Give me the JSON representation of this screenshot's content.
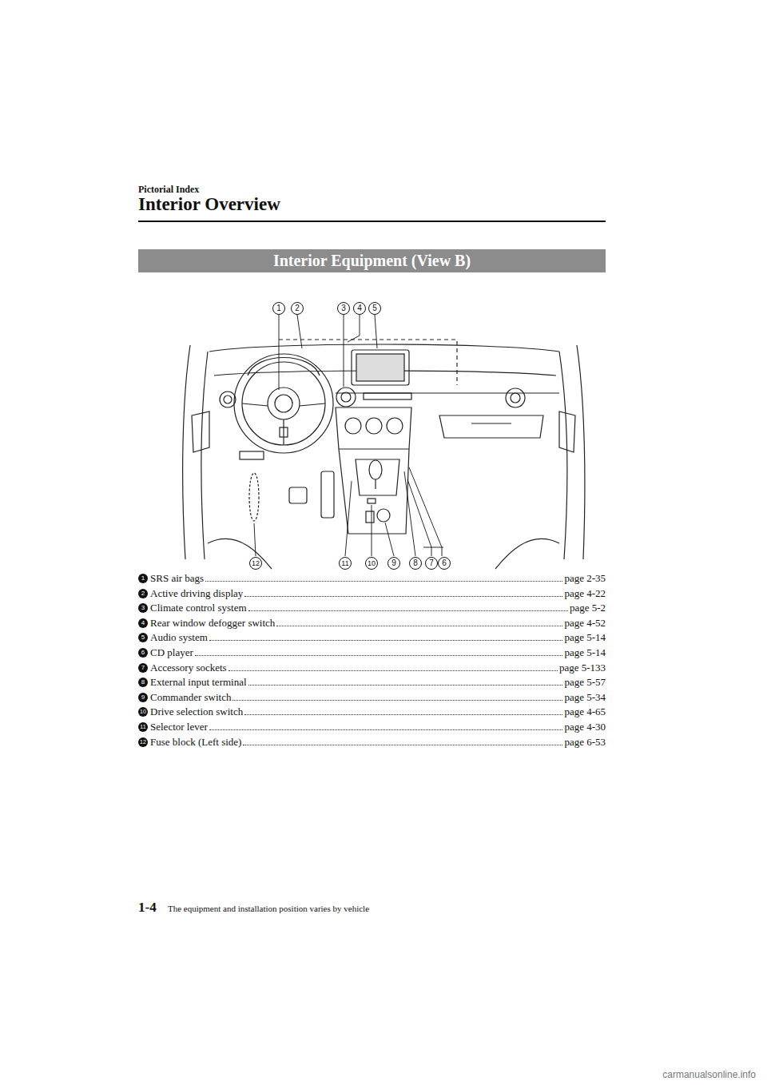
{
  "diagram": {
    "title": "Interior Overview",
    "nodes": [
      {
        "text": [
          "Interior Equipment (View B)"
        ]
      }
    ],
    "labels": [
      "Pictorial Index",
      "1",
      "2",
      "3",
      "4",
      "5",
      "12",
      "11",
      "10",
      "9",
      "8",
      "7",
      "6",
      "1",
      "SRS air bags",
      "page 2-35",
      "2",
      "Active driving display",
      "page 4-22",
      "3",
      "Climate control system",
      "page 5-2",
      "4",
      "Rear window defogger switch",
      "page 4-52",
      "5",
      "Audio system",
      "page 5-14",
      "6",
      "CD player",
      "page 5-14",
      "7",
      "Accessory sockets",
      "page 5-133",
      "8",
      "External input terminal",
      "page 5-57",
      "9",
      "Commander switch",
      "page 5-34",
      "10",
      "Drive selection switch",
      "page 4-65",
      "11",
      "Selector lever",
      "page 4-30",
      "12",
      "Fuse block (Left side)",
      "page 6-53",
      "1-4",
      "The equipment and installation position varies by vehicle",
      "carmanualsonline.info"
    ]
  }
}
